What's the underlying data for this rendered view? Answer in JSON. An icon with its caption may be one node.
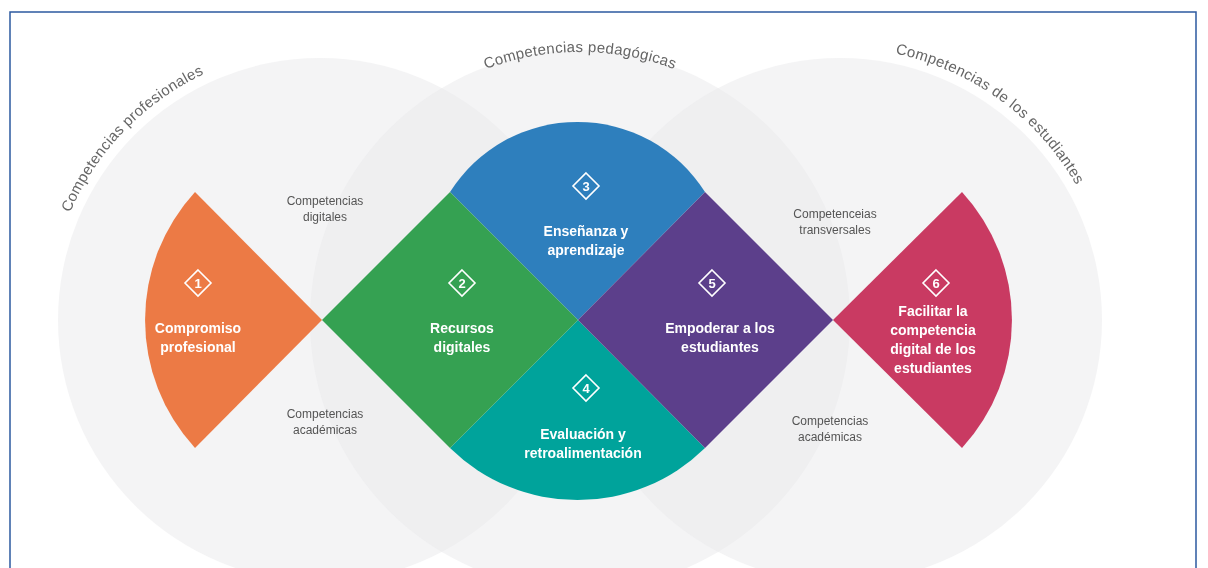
{
  "diagram": {
    "nodes": [
      {
        "text": [
          "Competencias profesionales"
        ]
      },
      {
        "text": [
          "Competencias pedagógicas"
        ]
      },
      {
        "text": [
          "Competencias de los estudiantes"
        ]
      },
      {
        "text": [
          "1",
          "Compromiso profesional"
        ],
        "in": 0
      },
      {
        "text": [
          "2",
          "Recursos digitales"
        ]
      },
      {
        "text": [
          "3",
          "Enseñanza y aprendizaje"
        ],
        "in": 1
      },
      {
        "text": [
          "4",
          "Evaluación y retroalimentación"
        ],
        "in": 1
      },
      {
        "text": [
          "5",
          "Empoderar a los estudiantes"
        ]
      },
      {
        "text": [
          "6",
          "Facilitar la competencia digital de los estudiantes"
        ],
        "in": 2
      }
    ],
    "edges": [],
    "labels": [
      "Competencias digitales",
      "Competenceias transversales",
      "Competencias académicas",
      "Competencias académicas"
    ]
  }
}
